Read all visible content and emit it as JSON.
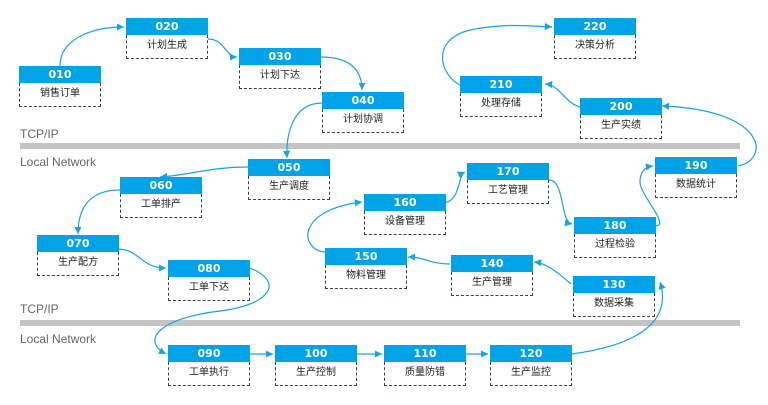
{
  "bands": [
    {
      "upper": "TCP/IP",
      "lower": "Local Network"
    },
    {
      "upper": "TCP/IP",
      "lower": "Local Network"
    }
  ],
  "nodes": [
    {
      "id": "010",
      "label": "销售订单"
    },
    {
      "id": "020",
      "label": "计划生成"
    },
    {
      "id": "030",
      "label": "计划下达"
    },
    {
      "id": "040",
      "label": "计划协调"
    },
    {
      "id": "050",
      "label": "生产调度"
    },
    {
      "id": "060",
      "label": "工单排产"
    },
    {
      "id": "070",
      "label": "生产配方"
    },
    {
      "id": "080",
      "label": "工单下达"
    },
    {
      "id": "090",
      "label": "工单执行"
    },
    {
      "id": "100",
      "label": "生产控制"
    },
    {
      "id": "110",
      "label": "质量防错"
    },
    {
      "id": "120",
      "label": "生产监控"
    },
    {
      "id": "130",
      "label": "数据采集"
    },
    {
      "id": "140",
      "label": "生产管理"
    },
    {
      "id": "150",
      "label": "物料管理"
    },
    {
      "id": "160",
      "label": "设备管理"
    },
    {
      "id": "170",
      "label": "工艺管理"
    },
    {
      "id": "180",
      "label": "过程检验"
    },
    {
      "id": "190",
      "label": "数据统计"
    },
    {
      "id": "200",
      "label": "生产实绩"
    },
    {
      "id": "210",
      "label": "处理存储"
    },
    {
      "id": "220",
      "label": "决策分析"
    }
  ],
  "colors": {
    "node_header": "#00a3e8",
    "arrow": "#1aa3e0",
    "band": "#c4c4c4"
  }
}
